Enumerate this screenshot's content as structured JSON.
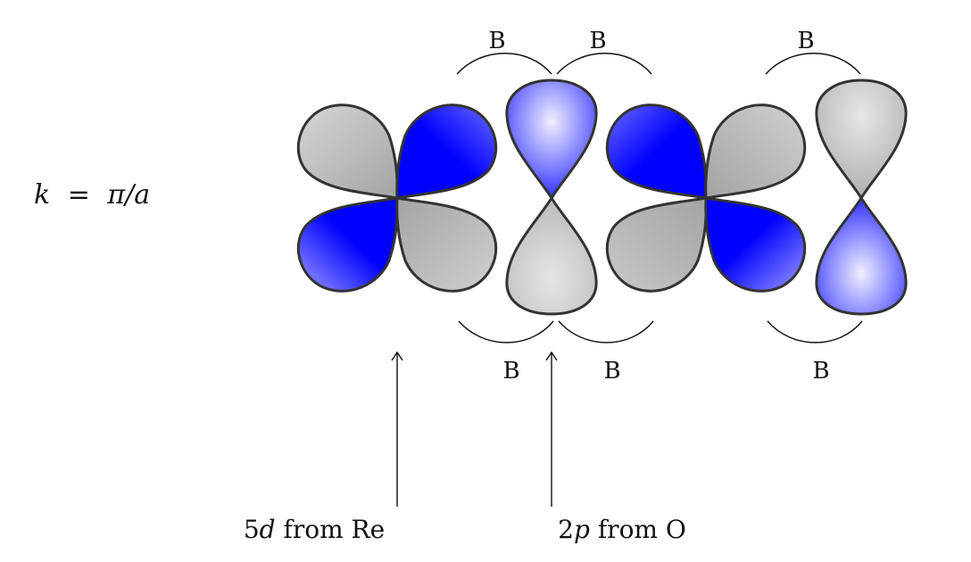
{
  "wavevector": {
    "lhs": "k",
    "equals": "=",
    "rhs": "π/a"
  },
  "bond_labels": [
    "B",
    "B",
    "B",
    "B",
    "B",
    "B"
  ],
  "origins": {
    "d_orbital": {
      "prefix": "5",
      "symbol": "d",
      "suffix": " from Re"
    },
    "p_orbital": {
      "prefix": "2",
      "symbol": "p",
      "suffix": " from O"
    }
  },
  "colors": {
    "positive_lobe": "#0000ff",
    "negative_lobe": "#a9a9a9",
    "outline": "#333333"
  }
}
